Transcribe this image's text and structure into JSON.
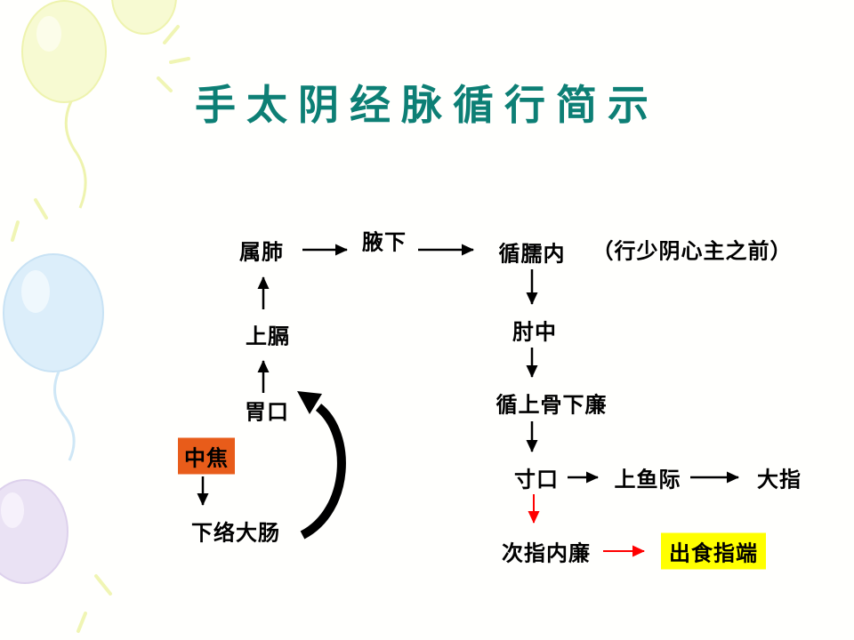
{
  "title": "手太阴经脉循行简示",
  "colors": {
    "title_teal": "#0d7f75",
    "node_text": "#000000",
    "highlight_orange": "#e85c1a",
    "highlight_yellow": "#ffff00",
    "arrow_black": "#000000",
    "arrow_red": "#ff0000"
  },
  "nodes": {
    "shufei": "属肺",
    "yexia": "腋下",
    "xunnaonei": "循臑内",
    "annotation": "（行少阴心主之前）",
    "shangge": "上膈",
    "zhouzhong": "肘中",
    "weikou": "胃口",
    "xunshanggu": "循上骨下廉",
    "zhongjiao": "中焦",
    "cunkou": "寸口",
    "shangyuji": "上鱼际",
    "dazhi": "大指",
    "xialuodachang": "下络大肠",
    "cizhineilian": "次指内廉",
    "chushizhiduan": "出食指端"
  },
  "flow": {
    "edges": [
      {
        "from": "中焦",
        "to": "下络大肠",
        "color": "black"
      },
      {
        "from": "下络大肠",
        "to": "胃口",
        "color": "black",
        "style": "thick-curved"
      },
      {
        "from": "胃口",
        "to": "上膈",
        "color": "black"
      },
      {
        "from": "上膈",
        "to": "属肺",
        "color": "black"
      },
      {
        "from": "属肺",
        "to": "腋下",
        "color": "black"
      },
      {
        "from": "腋下",
        "to": "循臑内",
        "color": "black"
      },
      {
        "from": "循臑内",
        "to": "肘中",
        "color": "black"
      },
      {
        "from": "肘中",
        "to": "循上骨下廉",
        "color": "black"
      },
      {
        "from": "循上骨下廉",
        "to": "寸口",
        "color": "black"
      },
      {
        "from": "寸口",
        "to": "上鱼际",
        "color": "black"
      },
      {
        "from": "上鱼际",
        "to": "大指",
        "color": "black"
      },
      {
        "from": "寸口",
        "to": "次指内廉",
        "color": "red"
      },
      {
        "from": "次指内廉",
        "to": "出食指端",
        "color": "red"
      }
    ]
  }
}
